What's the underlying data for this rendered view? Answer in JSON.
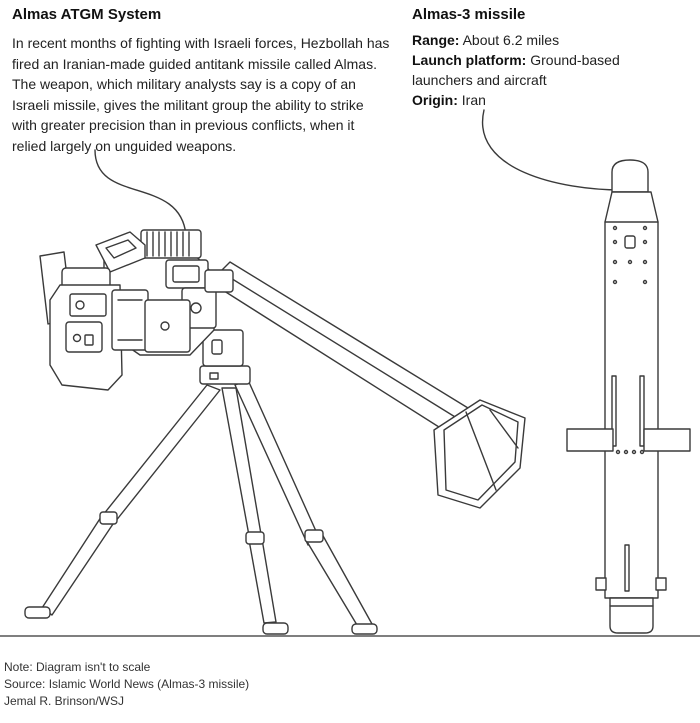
{
  "left": {
    "title": "Almas ATGM System",
    "description": "In recent months of fighting with Israeli forces, Hezbollah has fired an Iranian-made guided antitank missile called Almas. The weapon, which military analysts say is a copy of an Israeli missile, gives the militant group the ability to strike with greater precision than in previous conflicts, when it relied largely on unguided weapons."
  },
  "right": {
    "title": "Almas-3 missile",
    "specs": [
      {
        "label": "Range:",
        "value": "About 6.2 miles"
      },
      {
        "label": "Launch platform:",
        "value": "Ground-based launchers and aircraft"
      },
      {
        "label": "Origin:",
        "value": "Iran"
      }
    ]
  },
  "footer": {
    "note": "Note: Diagram isn't to scale",
    "source": "Source: Islamic World News (Almas-3 missile)",
    "credit": "Jemal R. Brinson/WSJ"
  },
  "colors": {
    "line": "#3a3a3a",
    "fill": "#ffffff",
    "text": "#222222"
  }
}
